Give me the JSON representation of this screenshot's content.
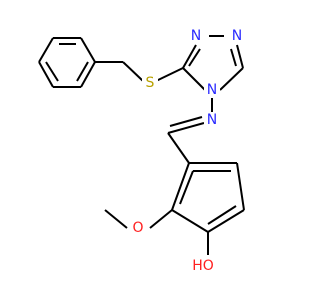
{
  "molecule": {
    "atoms": {
      "n_triazole_top_left": {
        "text": "N",
        "color": "#2b2bff"
      },
      "n_triazole_top_right": {
        "text": "N",
        "color": "#2b2bff"
      },
      "n_triazole_4": {
        "text": "N",
        "color": "#2b2bff"
      },
      "n_imine": {
        "text": "N",
        "color": "#2b2bff"
      },
      "s_thioether": {
        "text": "S",
        "color": "#b8a100"
      },
      "o_methoxy": {
        "text": "O",
        "color": "#ff2020"
      },
      "oh_hydroxyl": {
        "text": "HO",
        "color": "#ff2020"
      }
    }
  }
}
